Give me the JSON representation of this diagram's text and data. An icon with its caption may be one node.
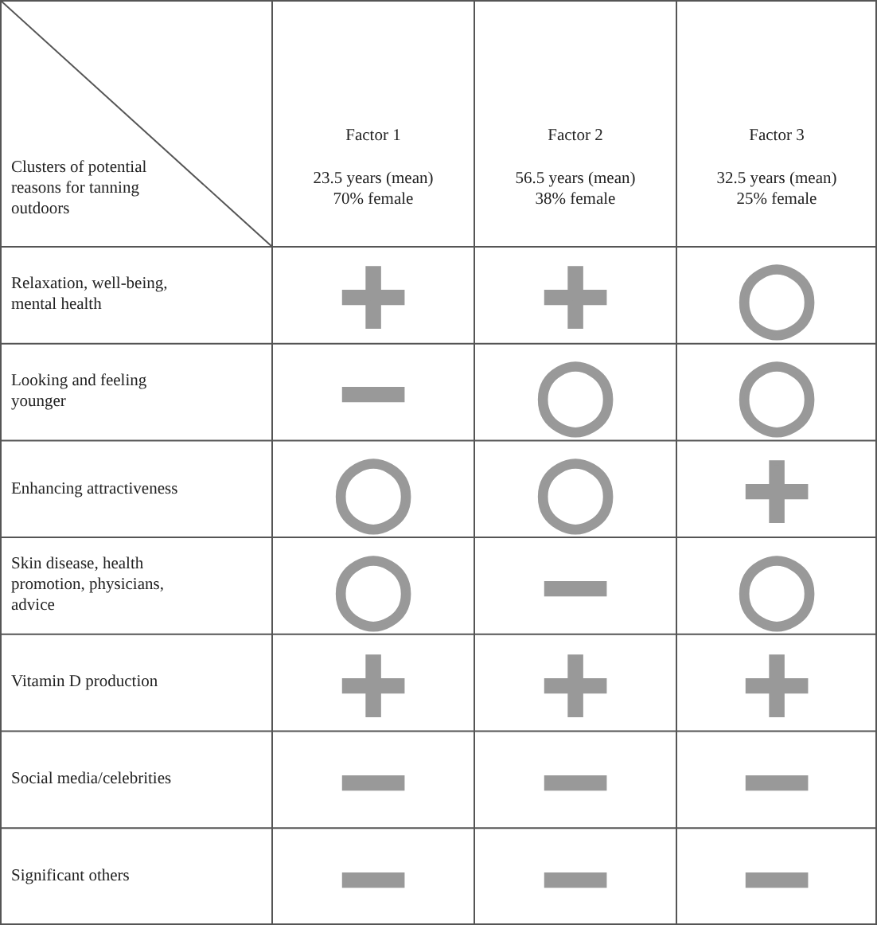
{
  "diagram": {
    "labels": [
      "Clusters of potential reasons for tanning outdoors",
      "Factor 1",
      "23.5 years (mean)",
      "70% female",
      "Factor 2",
      "56.5 years (mean)",
      "38% female",
      "Factor 3",
      "32.5 years (mean)",
      "25% female",
      "Relaxation, well-being, mental health",
      "+",
      "+",
      "○",
      "Looking and feeling younger",
      "−",
      "○",
      "○",
      "Enhancing attractiveness",
      "○",
      "○",
      "+",
      "Skin disease, health promotion, physicians, advice",
      "○",
      "−",
      "○",
      "Vitamin D production",
      "+",
      "+",
      "+",
      "Social media/celebrities",
      "−",
      "−",
      "−",
      "Significant others",
      "−",
      "−",
      "−"
    ]
  }
}
